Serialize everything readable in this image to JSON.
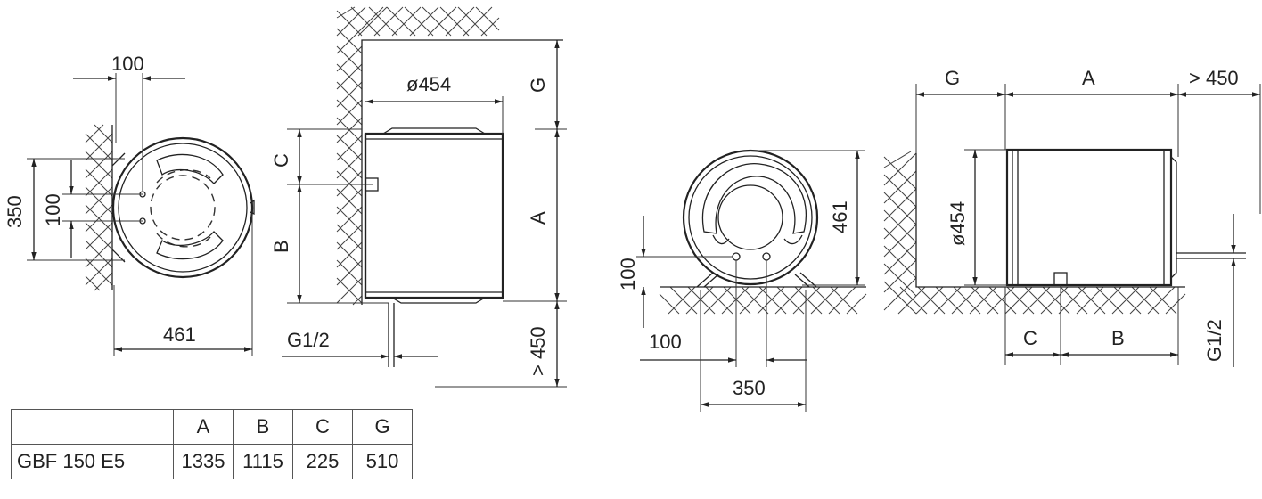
{
  "dims": {
    "d100_top": "100",
    "d350": "350",
    "d100_left": "100",
    "d461_bottom": "461",
    "dia454_top": "ø454",
    "G_mid": "G",
    "C_mid": "C",
    "B_mid": "B",
    "A_mid": "A",
    "g12_mid": "G1/2",
    "gt450_mid": "> 450",
    "d461_right": "461",
    "d100_front": "100",
    "d100_front_h": "100",
    "d350_front": "350",
    "G_right": "G",
    "A_right": "A",
    "gt450_right": "> 450",
    "dia454_side": "ø454",
    "C_right": "C",
    "B_right": "B",
    "g12_right": "G1/2"
  },
  "table": {
    "headers": [
      "",
      "A",
      "B",
      "C",
      "G"
    ],
    "rows": [
      [
        "GBF 150 E5",
        "1335",
        "1115",
        "225",
        "510"
      ]
    ]
  }
}
